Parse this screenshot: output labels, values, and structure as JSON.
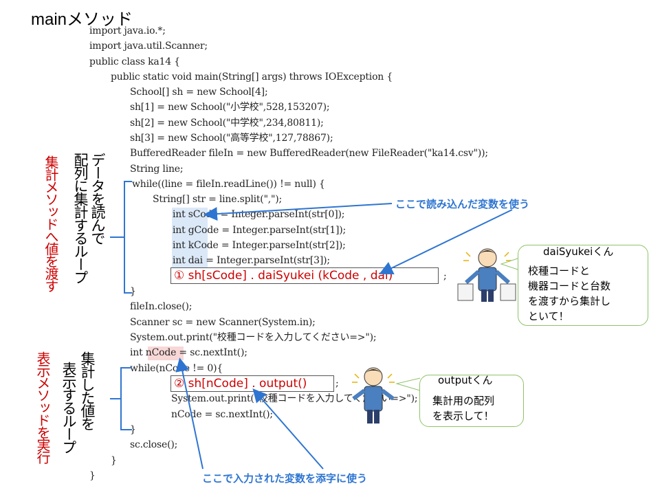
{
  "title": "mainメソッド",
  "code_lines": [
    "import java.io.*;",
    "import java.util.Scanner;",
    "public class ka14 {",
    "public static void main(String[] args) throws IOException {",
    "School[] sh = new School[4];",
    "sh[1] = new School(\"小学校\",528,153207);",
    "sh[2] = new School(\"中学校\",234,80811);",
    "sh[3] = new School(\"高等学校\",127,78867);",
    "BufferedReader fileIn = new BufferedReader(new FileReader(\"ka14.csv\"));",
    "String line;",
    "while((line = fileIn.readLine()) != null) {",
    "String[] str = line.split(\",\");",
    "int sCode = Integer.parseInt(str[0]);",
    "int gCode = Integer.parseInt(str[1]);",
    "int kCode = Integer.parseInt(str[2]);",
    "int dai = Integer.parseInt(str[3]);",
    ";",
    "}",
    "fileIn.close();",
    "Scanner sc = new Scanner(System.in);",
    "System.out.print(\"校種コードを入力してください=>\");",
    "int nCode = sc.nextInt();",
    "while(nCode != 0){",
    ";",
    "System.out.print(\"校種コードを入力してください=>\");",
    "nCode = sc.nextInt();",
    "}",
    "sc.close();",
    "}",
    "}"
  ],
  "highlight1": "① sh[sCode] . daiSyukei (kCode , dai)",
  "highlight2": "② sh[nCode] . output()",
  "side_label_outer1": "集計メソッドへ値を渡す",
  "side_label_inner1a": "データを読んで",
  "side_label_inner1b": "配列に集計するループ",
  "side_label_outer2": "表示メソッドを実行",
  "side_label_inner2a": "集計した値を",
  "side_label_inner2b": "表示するループ",
  "callout_top": "ここで読み込んだ変数を使う",
  "callout_bottom": "ここで入力された変数を添字に使う",
  "bubble1_name": "daiSyukeiくん",
  "bubble1_text": "校種コードと\n機器コードと台数\nを渡すから集計し\nといて！",
  "bubble2_name": "outputくん",
  "bubble2_text": "集計用の配列\nを表示して！",
  "colors": {
    "red": "#cc0000",
    "blue": "#2e75d1",
    "bubble_border": "#8fc26a",
    "highlight_blue": "#dbe8f7",
    "highlight_pink": "#f8d7d7"
  }
}
